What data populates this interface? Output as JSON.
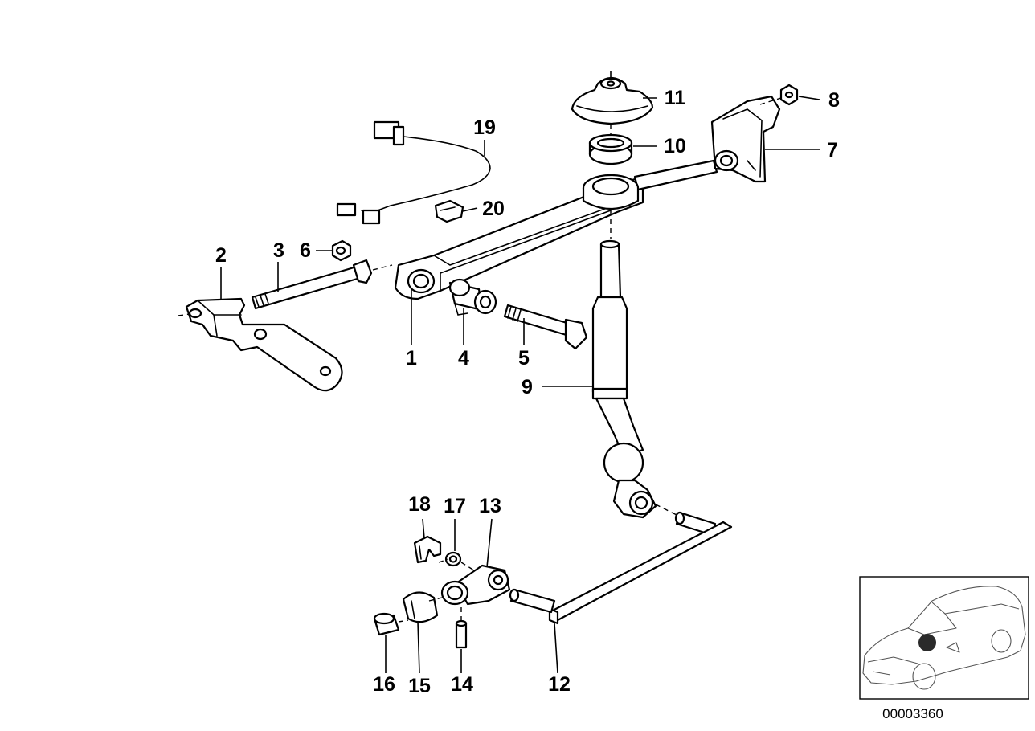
{
  "labels": {
    "p1": "1",
    "p2": "2",
    "p3": "3",
    "p4": "4",
    "p5": "5",
    "p6": "6",
    "p7": "7",
    "p8": "8",
    "p9": "9",
    "p10": "10",
    "p11": "11",
    "p12": "12",
    "p13": "13",
    "p14": "14",
    "p15": "15",
    "p16": "16",
    "p17": "17",
    "p18": "18",
    "p19": "19",
    "p20": "20"
  },
  "reference_number": "00003360"
}
